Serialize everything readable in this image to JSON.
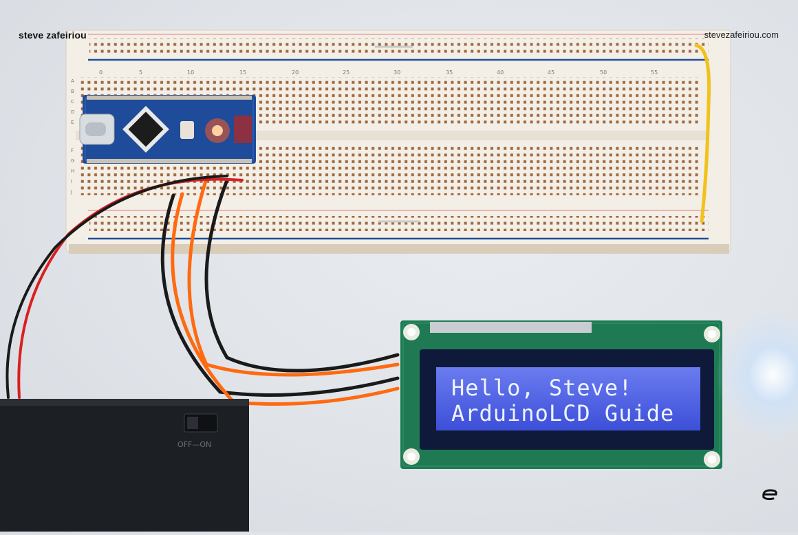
{
  "watermark": {
    "author": "steve zafeiriou",
    "website": "stevezafeiriou.com",
    "logo_icon": "e-logo-icon"
  },
  "lcd": {
    "line1": "Hello, Steve!",
    "line2": "ArduinoLCD Guide",
    "backlight_color": "#3c4fd8",
    "text_color": "#eef3ff"
  },
  "breadboard": {
    "column_numbers": [
      "0",
      "5",
      "10",
      "15",
      "20",
      "25",
      "30",
      "35",
      "40",
      "45",
      "50",
      "55"
    ],
    "row_letters_top": [
      "A",
      "B",
      "C",
      "D",
      "E"
    ],
    "row_letters_bottom": [
      "F",
      "G",
      "H",
      "I",
      "J"
    ]
  },
  "battery_box": {
    "switch_label": "OFF—ON"
  },
  "colors": {
    "arduino_board": "#1e4b9a",
    "lcd_pcb": "#1f7a54",
    "wire_red": "#d92020",
    "wire_orange": "#ff6a10",
    "wire_black": "#1a1a1a",
    "wire_yellow": "#f2c21c"
  }
}
